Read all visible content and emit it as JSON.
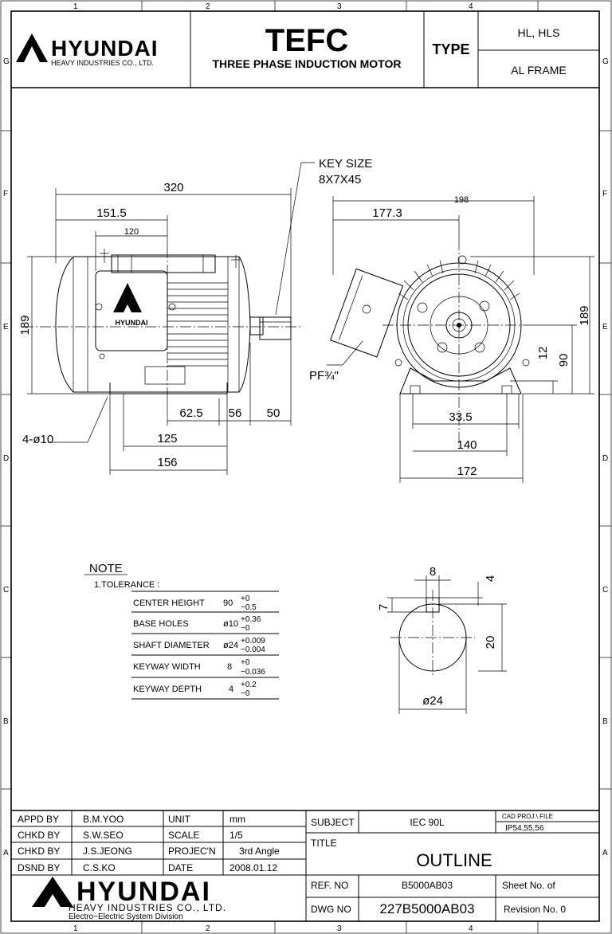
{
  "border": {
    "columns": [
      "1",
      "2",
      "3",
      "4"
    ],
    "rows": [
      "G",
      "F",
      "E",
      "D",
      "C",
      "B",
      "A"
    ]
  },
  "header": {
    "brand": "HYUNDAI",
    "company": "HEAVY INDUSTRIES CO., LTD.",
    "title": "TEFC",
    "subtitle": "THREE PHASE INDUCTION MOTOR",
    "type_label": "TYPE",
    "type_value_1": "HL, HLS",
    "type_value_2": "AL FRAME"
  },
  "side_view": {
    "length_total": "320",
    "length_to_center": "151.5",
    "terminal_box": "120",
    "height_total": "189",
    "key_size_label": "KEY SIZE",
    "key_size_value": "8X7X45",
    "dim_62_5": "62.5",
    "dim_56": "56",
    "dim_50": "50",
    "dim_125": "125",
    "dim_156": "156",
    "holes": "4-ø10",
    "nameplate_brand": "HYUNDAI"
  },
  "end_view": {
    "width_198": "198",
    "width_177_3": "177.3",
    "height_189": "189",
    "dim_12": "12",
    "dim_90": "90",
    "dim_33_5": "33.5",
    "dim_140": "140",
    "dim_172": "172",
    "conduit": "PF¾\""
  },
  "shaft_detail": {
    "key_width": "8",
    "keyway_depth": "4",
    "key_height": "7",
    "shaft_height": "20",
    "shaft_dia": "ø24"
  },
  "note": {
    "heading": "NOTE",
    "tolerance_label": "1.TOLERANCE :",
    "rows": [
      {
        "name": "CENTER HEIGHT",
        "nominal": "90",
        "upper": "+0",
        "lower": "−0.5"
      },
      {
        "name": "BASE HOLES",
        "nominal": "ø10",
        "upper": "+0.36",
        "lower": "−0"
      },
      {
        "name": "SHAFT DIAMETER",
        "nominal": "ø24",
        "upper": "+0.009",
        "lower": "−0.004"
      },
      {
        "name": "KEYWAY WIDTH",
        "nominal": "8",
        "upper": "+0",
        "lower": "−0.036"
      },
      {
        "name": "KEYWAY DEPTH",
        "nominal": "4",
        "upper": "+0.2",
        "lower": "−0"
      }
    ]
  },
  "title_block": {
    "appd_label": "APPD BY",
    "appd": "B.M.YOO",
    "chkd1_label": "CHKD BY",
    "chkd1": "S.W.SEO",
    "chkd2_label": "CHKD BY",
    "chkd2": "J.S.JEONG",
    "dsnd_label": "DSND BY",
    "dsnd": "C.S.KO",
    "unit_label": "UNIT",
    "unit": "mm",
    "scale_label": "SCALE",
    "scale": "1/5",
    "projection_label": "PROJEC'N",
    "projection": "3rd Angle",
    "date_label": "DATE",
    "date": "2008.01.12",
    "subject_label": "SUBJECT",
    "subject": "IEC 90L",
    "cad_label": "CAD PROJ   \\ FILE",
    "cad_value": "IP54,55,56",
    "title_label": "TITLE",
    "title": "OUTLINE",
    "ref_label": "REF. NO",
    "ref": "B5000AB03",
    "sheet_label": "Sheet No.    of",
    "dwg_label": "DWG NO",
    "dwg": "227B5000AB03",
    "revision_label": "Revision No.   0",
    "brand": "HYUNDAI",
    "company": "HEAVY INDUSTRIES CO., LTD.",
    "division": "Electro−Electric System Division"
  }
}
